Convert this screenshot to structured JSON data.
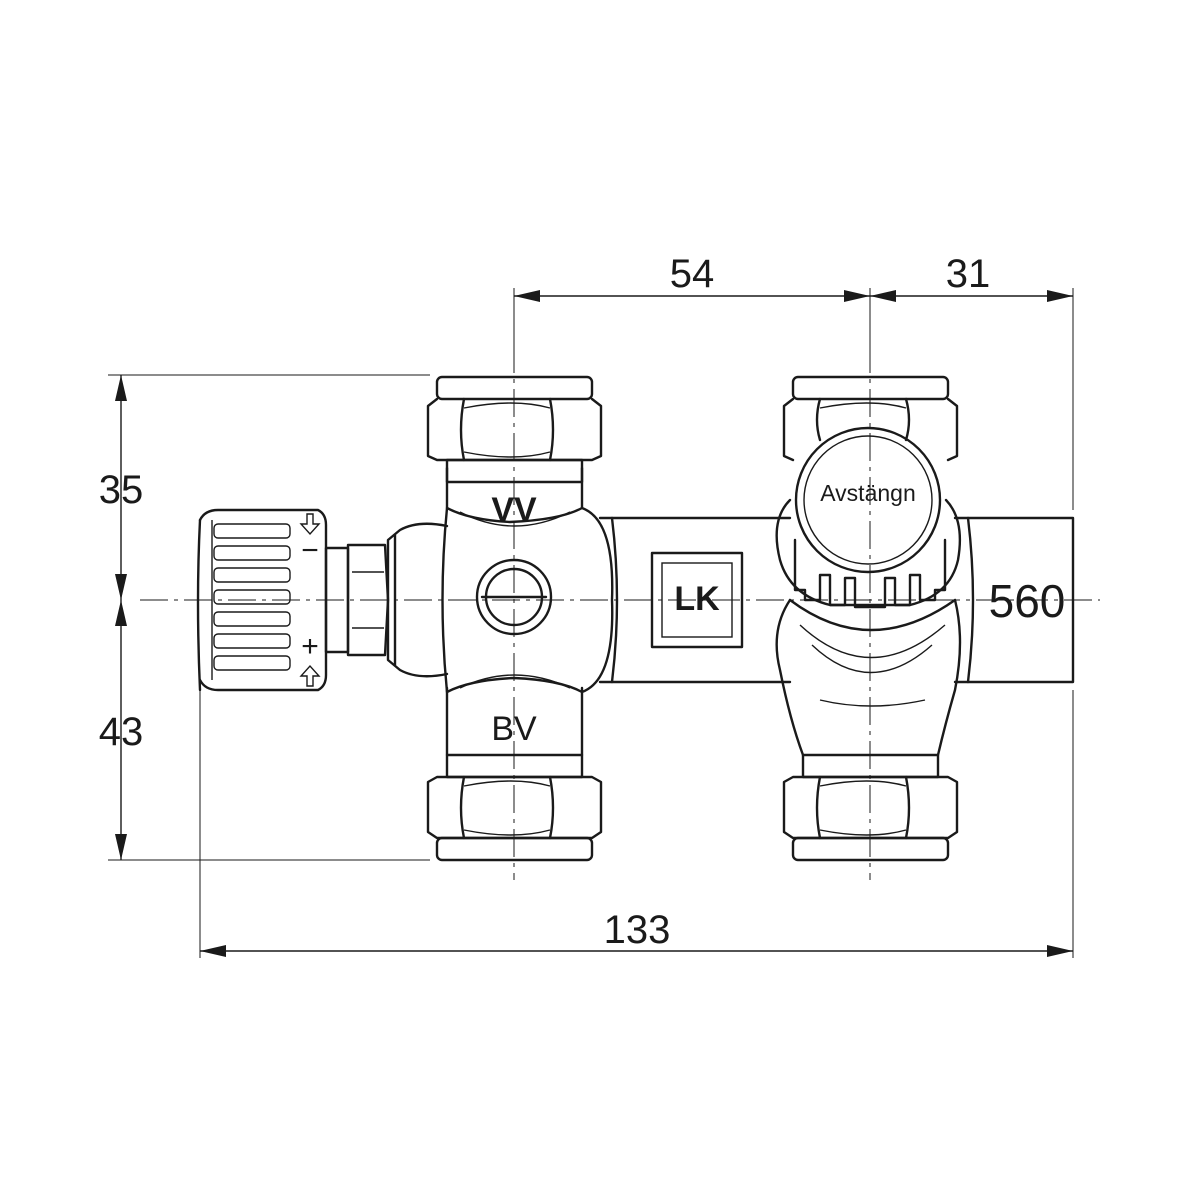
{
  "dimensions": {
    "upper_left_spacing": "54",
    "upper_right_spacing": "31",
    "left_upper_height": "35",
    "left_lower_height": "43",
    "overall_width": "133"
  },
  "labels": {
    "top_left_port": "VV",
    "bottom_left_port": "BV",
    "shutoff_knob": "Avstängn",
    "model_number": "560",
    "logo": "LK",
    "minus_mark": "−",
    "plus_mark": "+"
  }
}
